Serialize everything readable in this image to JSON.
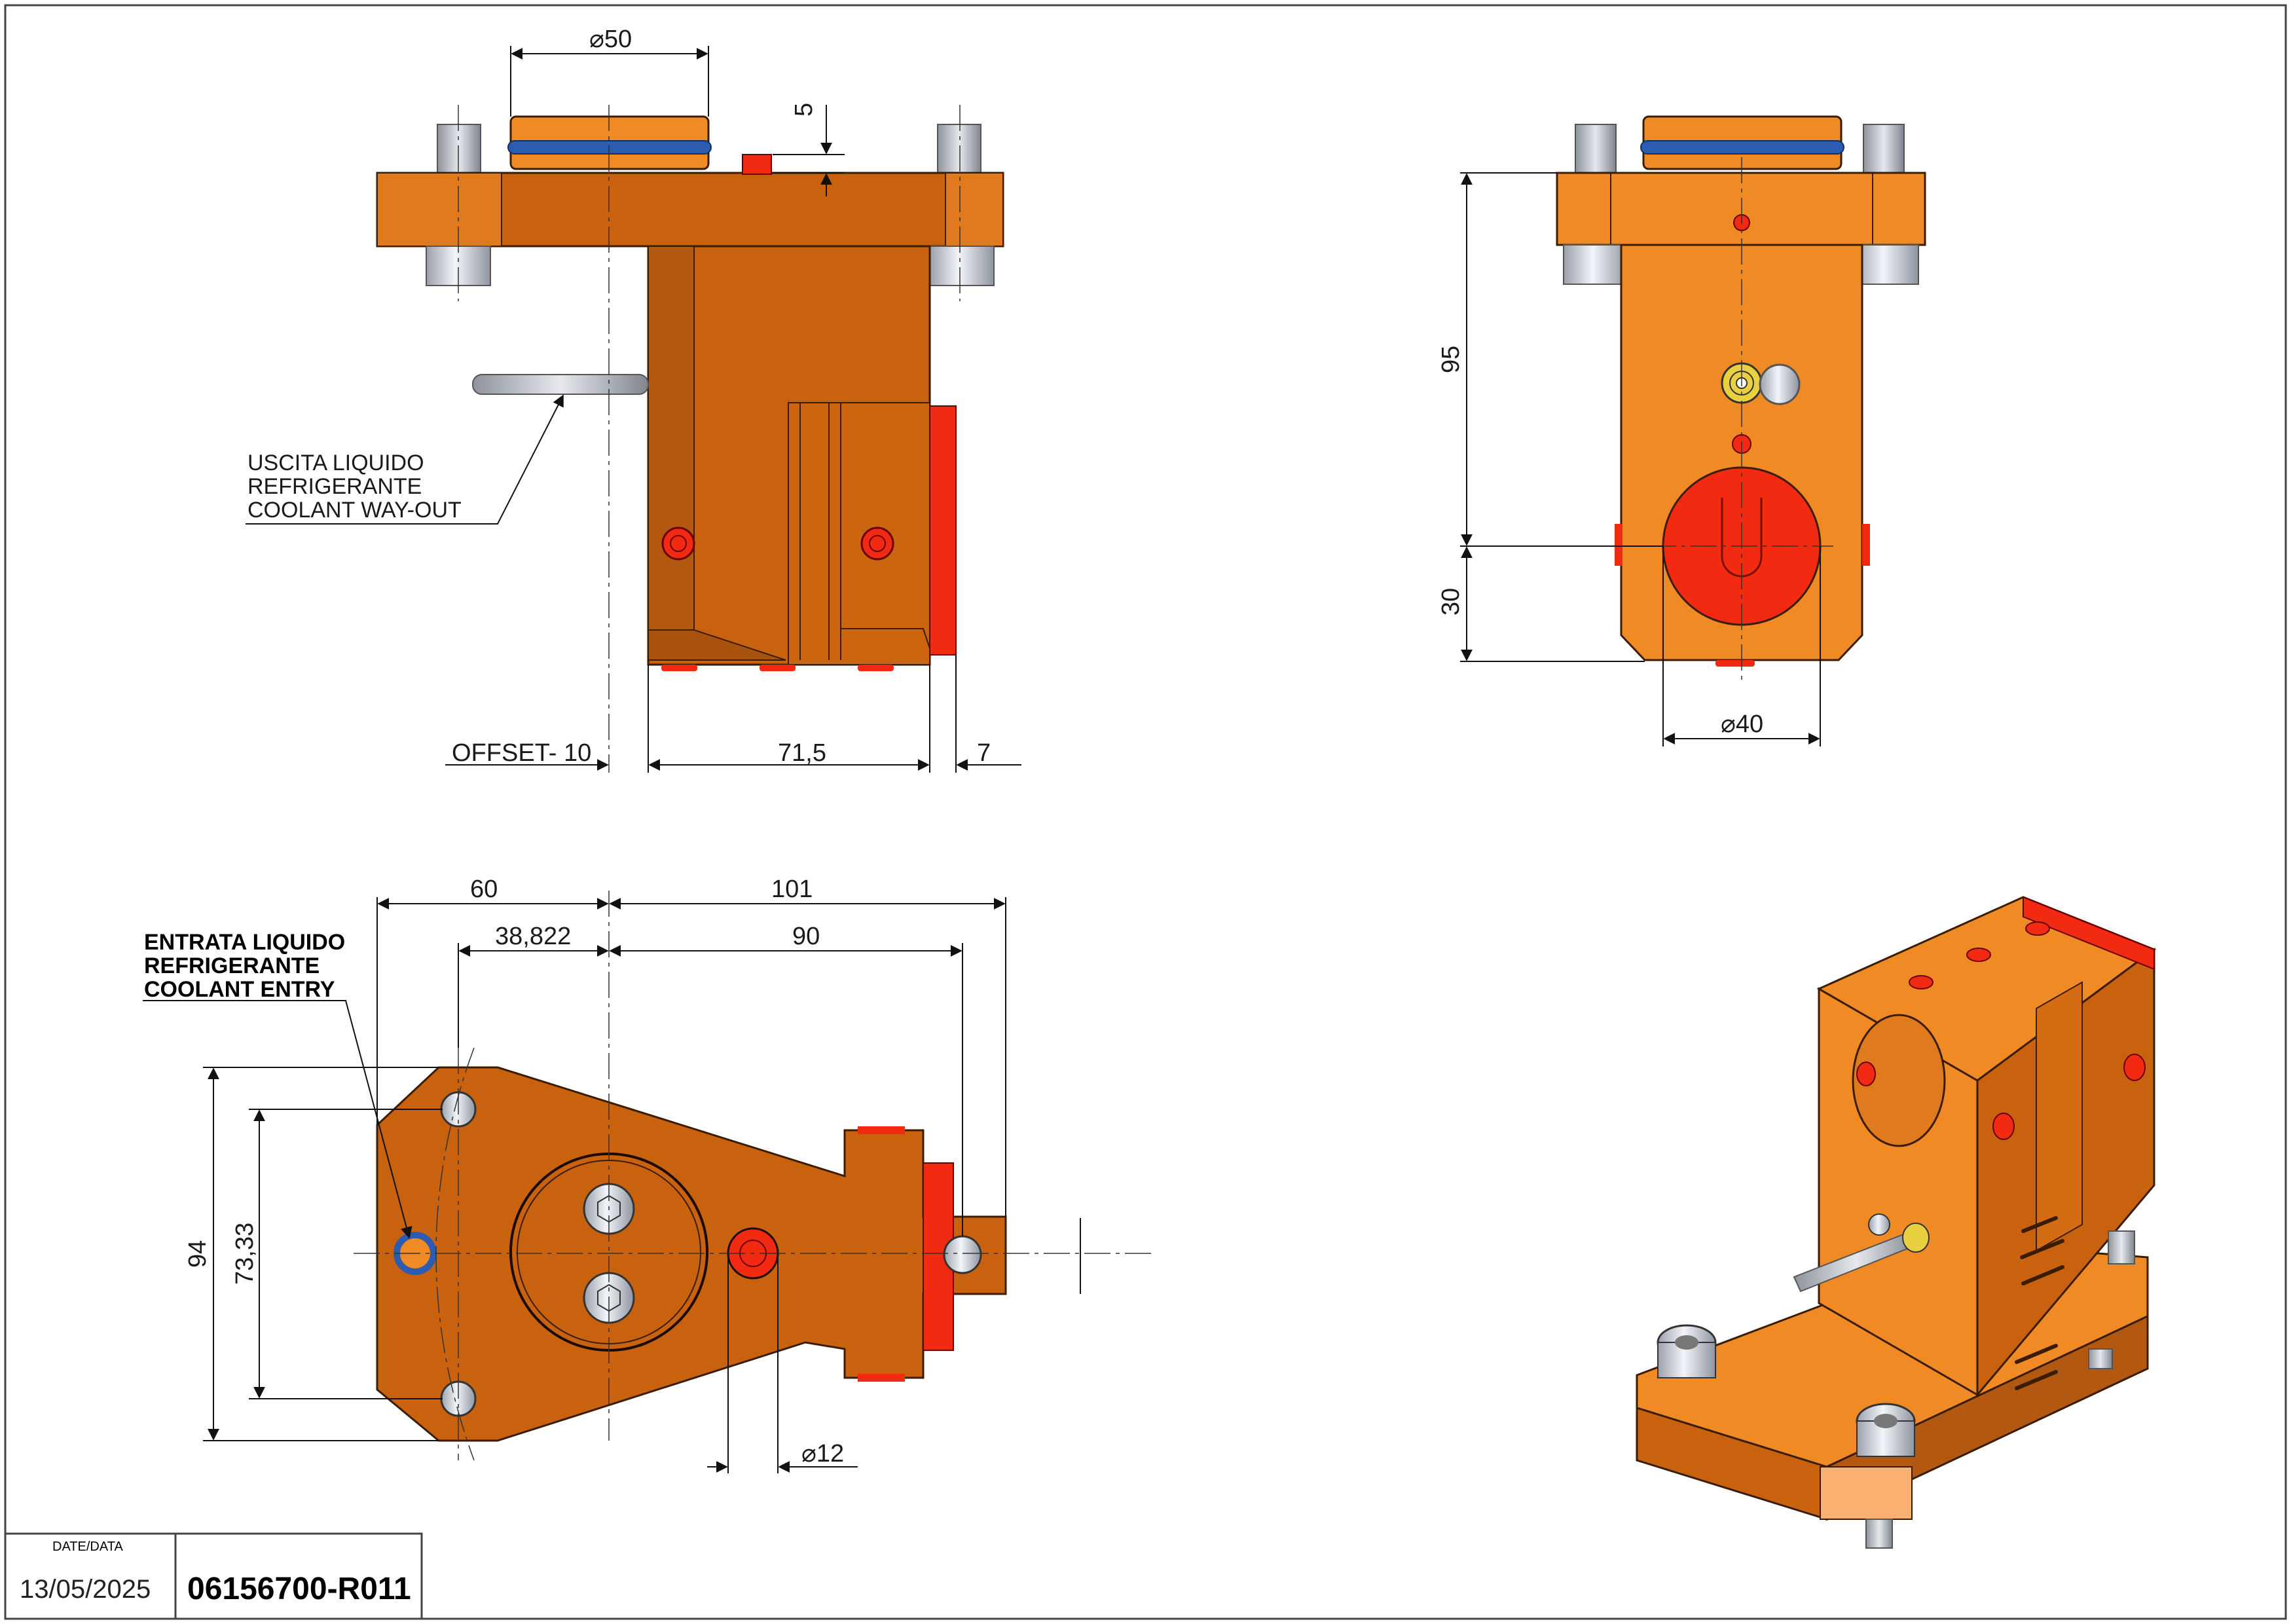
{
  "colors": {
    "body_orange": "#C8620E",
    "face_light": "#F08A25",
    "red_part": "#F22A12",
    "blue_ring": "#2C5BB0",
    "steel": "#D8DCE4"
  },
  "views": {
    "side": {
      "dims": {
        "bore": "⌀50",
        "pin": "5",
        "offset": "OFFSET- 10",
        "length": "71,5",
        "flange": "7"
      },
      "coolant_out": {
        "line1": "USCITA LIQUIDO",
        "line2": "REFRIGERANTE",
        "line3": "COOLANT WAY-OUT"
      }
    },
    "front": {
      "dims": {
        "height": "95",
        "center": "30",
        "diameter": "⌀40"
      }
    },
    "top": {
      "dims": {
        "w60": "60",
        "w101": "101",
        "w38": "38,822",
        "w90": "90",
        "h94": "94",
        "h73": "73,33",
        "d12": "⌀12"
      },
      "coolant_in": {
        "line1": "ENTRATA LIQUIDO",
        "line2": "REFRIGERANTE",
        "line3": "COOLANT ENTRY"
      }
    }
  },
  "title_block": {
    "date_label": "DATE/DATA",
    "date": "13/05/2025",
    "code": "06156700-R011"
  }
}
